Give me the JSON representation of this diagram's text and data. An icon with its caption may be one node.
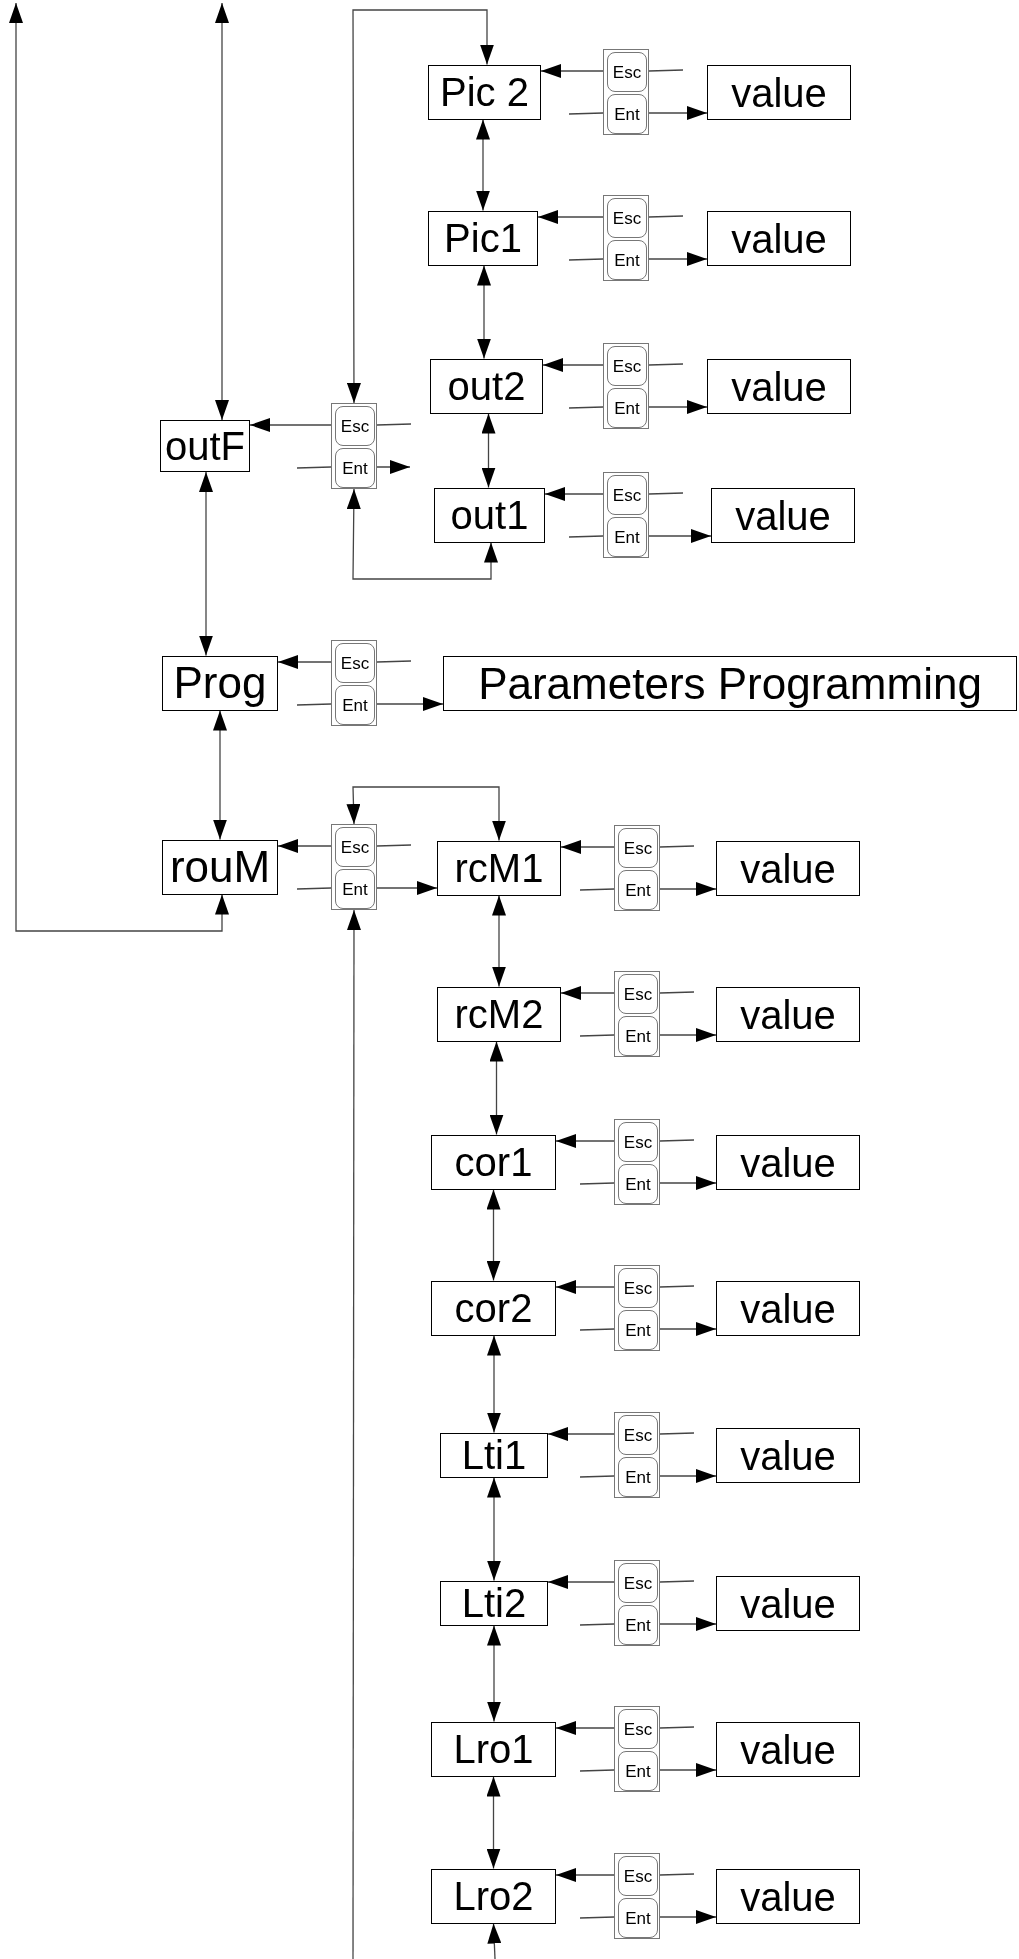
{
  "diagram": {
    "nodes": [
      {
        "text": [
          "Pic 2"
        ]
      },
      {
        "text": [],
        "shape": "box"
      },
      {
        "text": [
          "Esc"
        ],
        "in": 1
      },
      {
        "text": [
          "Ent"
        ],
        "in": 1
      },
      {
        "text": [
          "value"
        ]
      },
      {
        "text": [
          "Pic1"
        ]
      },
      {
        "text": [],
        "shape": "box"
      },
      {
        "text": [
          "Esc"
        ],
        "in": 6
      },
      {
        "text": [
          "Ent"
        ],
        "in": 6
      },
      {
        "text": [
          "value"
        ]
      },
      {
        "text": [
          "out2"
        ]
      },
      {
        "text": [],
        "shape": "box"
      },
      {
        "text": [
          "Esc"
        ],
        "in": 11
      },
      {
        "text": [
          "Ent"
        ],
        "in": 11
      },
      {
        "text": [
          "value"
        ]
      },
      {
        "text": [
          "outF"
        ]
      },
      {
        "text": [],
        "shape": "box"
      },
      {
        "text": [
          "Esc"
        ],
        "in": 16
      },
      {
        "text": [
          "Ent"
        ],
        "in": 16
      },
      {
        "text": [
          "out1"
        ]
      },
      {
        "text": [],
        "shape": "box"
      },
      {
        "text": [
          "Esc"
        ],
        "in": 20
      },
      {
        "text": [
          "Ent"
        ],
        "in": 20
      },
      {
        "text": [
          "value"
        ]
      },
      {
        "text": [
          "Prog"
        ]
      },
      {
        "text": [],
        "shape": "box"
      },
      {
        "text": [
          "Esc"
        ],
        "in": 25
      },
      {
        "text": [
          "Ent"
        ],
        "in": 25
      },
      {
        "text": [
          "Parameters Programming"
        ]
      },
      {
        "text": [
          "rouM"
        ]
      },
      {
        "text": [],
        "shape": "box"
      },
      {
        "text": [
          "Esc"
        ],
        "in": 30
      },
      {
        "text": [
          "Ent"
        ],
        "in": 30
      },
      {
        "text": [
          "rcM1"
        ]
      },
      {
        "text": [],
        "shape": "box"
      },
      {
        "text": [
          "Esc"
        ],
        "in": 34
      },
      {
        "text": [
          "Ent"
        ],
        "in": 34
      },
      {
        "text": [
          "value"
        ]
      },
      {
        "text": [
          "rcM2"
        ]
      },
      {
        "text": [],
        "shape": "box"
      },
      {
        "text": [
          "Esc"
        ],
        "in": 39
      },
      {
        "text": [
          "Ent"
        ],
        "in": 39
      },
      {
        "text": [
          "value"
        ]
      },
      {
        "text": [
          "cor1"
        ]
      },
      {
        "text": [],
        "shape": "box"
      },
      {
        "text": [
          "Esc"
        ],
        "in": 44
      },
      {
        "text": [
          "Ent"
        ],
        "in": 44
      },
      {
        "text": [
          "value"
        ]
      },
      {
        "text": [
          "cor2"
        ]
      },
      {
        "text": [],
        "shape": "box"
      },
      {
        "text": [
          "Esc"
        ],
        "in": 49
      },
      {
        "text": [
          "Ent"
        ],
        "in": 49
      },
      {
        "text": [
          "value"
        ]
      },
      {
        "text": [
          "Lti1"
        ]
      },
      {
        "text": [],
        "shape": "box"
      },
      {
        "text": [
          "Esc"
        ],
        "in": 54
      },
      {
        "text": [
          "Ent"
        ],
        "in": 54
      },
      {
        "text": [
          "value"
        ]
      },
      {
        "text": [
          "Lti2"
        ]
      },
      {
        "text": [],
        "shape": "box"
      },
      {
        "text": [
          "Esc"
        ],
        "in": 59
      },
      {
        "text": [
          "Ent"
        ],
        "in": 59
      },
      {
        "text": [
          "value"
        ]
      },
      {
        "text": [
          "Lro1"
        ]
      },
      {
        "text": [],
        "shape": "box"
      },
      {
        "text": [
          "Esc"
        ],
        "in": 64
      },
      {
        "text": [
          "Ent"
        ],
        "in": 64
      },
      {
        "text": [
          "value"
        ]
      },
      {
        "text": [
          "Lro2"
        ]
      },
      {
        "text": [],
        "shape": "box"
      },
      {
        "text": [
          "Esc"
        ],
        "in": 69
      },
      {
        "text": [
          "Ent"
        ],
        "in": 69
      },
      {
        "text": [
          "value"
        ]
      }
    ],
    "edges": [
      {
        "from": 0,
        "to": 5,
        "arrow": "both"
      },
      {
        "from": 5,
        "to": 10,
        "arrow": "both"
      },
      {
        "from": 10,
        "to": 19,
        "arrow": "both"
      },
      {
        "from": 15,
        "to": 24,
        "arrow": "both"
      },
      {
        "from": 24,
        "to": 29,
        "arrow": "both"
      },
      {
        "from": 33,
        "to": 38,
        "arrow": "both"
      },
      {
        "from": 38,
        "to": 43,
        "arrow": "both"
      },
      {
        "from": 43,
        "to": 48,
        "arrow": "both"
      },
      {
        "from": 48,
        "to": 53,
        "arrow": "both"
      },
      {
        "from": 53,
        "to": 58,
        "arrow": "both"
      },
      {
        "from": 58,
        "to": 63,
        "arrow": "both"
      },
      {
        "from": 63,
        "to": 68,
        "arrow": "both"
      },
      {
        "from": 15,
        "to": null,
        "arrow": "both"
      },
      {
        "from": 29,
        "to": null,
        "arrow": "both"
      },
      {
        "from": 16,
        "to": 0,
        "arrow": "both"
      },
      {
        "from": 19,
        "to": 16,
        "arrow": "both"
      },
      {
        "from": 30,
        "to": 33,
        "arrow": "both"
      },
      {
        "from": null,
        "to": 30,
        "arrow": "to"
      },
      {
        "from": null,
        "to": 68,
        "arrow": "to"
      },
      {
        "from": 2,
        "to": 0,
        "arrow": "to"
      },
      {
        "from": 3,
        "to": 4,
        "arrow": "to"
      },
      {
        "from": 7,
        "to": 5,
        "arrow": "to"
      },
      {
        "from": 8,
        "to": 9,
        "arrow": "to"
      },
      {
        "from": 12,
        "to": 10,
        "arrow": "to"
      },
      {
        "from": 13,
        "to": 14,
        "arrow": "to"
      },
      {
        "from": 17,
        "to": 15,
        "arrow": "to"
      },
      {
        "from": 18,
        "to": null,
        "arrow": "to"
      },
      {
        "from": 21,
        "to": 19,
        "arrow": "to"
      },
      {
        "from": 22,
        "to": 23,
        "arrow": "to"
      },
      {
        "from": 26,
        "to": 24,
        "arrow": "to"
      },
      {
        "from": 27,
        "to": 28,
        "arrow": "to"
      },
      {
        "from": 31,
        "to": 29,
        "arrow": "to"
      },
      {
        "from": 32,
        "to": 33,
        "arrow": "to"
      },
      {
        "from": 35,
        "to": 33,
        "arrow": "to"
      },
      {
        "from": 36,
        "to": 37,
        "arrow": "to"
      },
      {
        "from": 40,
        "to": 38,
        "arrow": "to"
      },
      {
        "from": 41,
        "to": 42,
        "arrow": "to"
      },
      {
        "from": 45,
        "to": 43,
        "arrow": "to"
      },
      {
        "from": 46,
        "to": 47,
        "arrow": "to"
      },
      {
        "from": 50,
        "to": 48,
        "arrow": "to"
      },
      {
        "from": 51,
        "to": 52,
        "arrow": "to"
      },
      {
        "from": 55,
        "to": 53,
        "arrow": "to"
      },
      {
        "from": 56,
        "to": 57,
        "arrow": "to"
      },
      {
        "from": 60,
        "to": 58,
        "arrow": "to"
      },
      {
        "from": 61,
        "to": 62,
        "arrow": "to"
      },
      {
        "from": 65,
        "to": 63,
        "arrow": "to"
      },
      {
        "from": 66,
        "to": 67,
        "arrow": "to"
      },
      {
        "from": 70,
        "to": 68,
        "arrow": "to"
      },
      {
        "from": 71,
        "to": 72,
        "arrow": "to"
      }
    ]
  }
}
